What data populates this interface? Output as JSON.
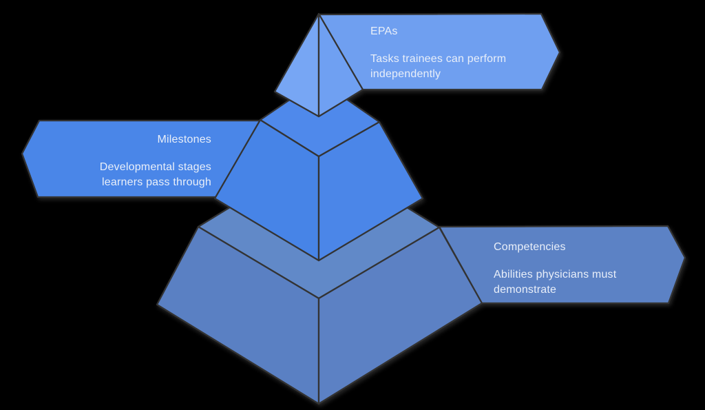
{
  "background_color": "#000000",
  "outline_color": "#333333",
  "text_color": "#E9EFF9",
  "pyramid": {
    "tiers": [
      {
        "name": "EPAs",
        "banner_side": "right",
        "label": "EPAs",
        "description_lines": [
          "Tasks trainees can perform",
          "independently"
        ],
        "colors": {
          "banner": "#6F9FF0",
          "face_left": "#77A6F4",
          "face_right": "#6FA0F2"
        }
      },
      {
        "name": "Milestones",
        "banner_side": "left",
        "label": "Milestones",
        "description_lines": [
          "Developmental stages",
          "learners pass through"
        ],
        "colors": {
          "banner": "#4A86E8",
          "face_top": "#4F89EB",
          "face_left": "#4784E7",
          "face_right": "#4B86E8"
        }
      },
      {
        "name": "Competencies",
        "banner_side": "right",
        "label": "Competencies",
        "description_lines": [
          "Abilities physicians must",
          "demonstrate"
        ],
        "colors": {
          "banner": "#5C82C5",
          "face_top": "#6189C8",
          "face_left": "#5A80C3",
          "face_right": "#5C81C4"
        }
      }
    ]
  }
}
